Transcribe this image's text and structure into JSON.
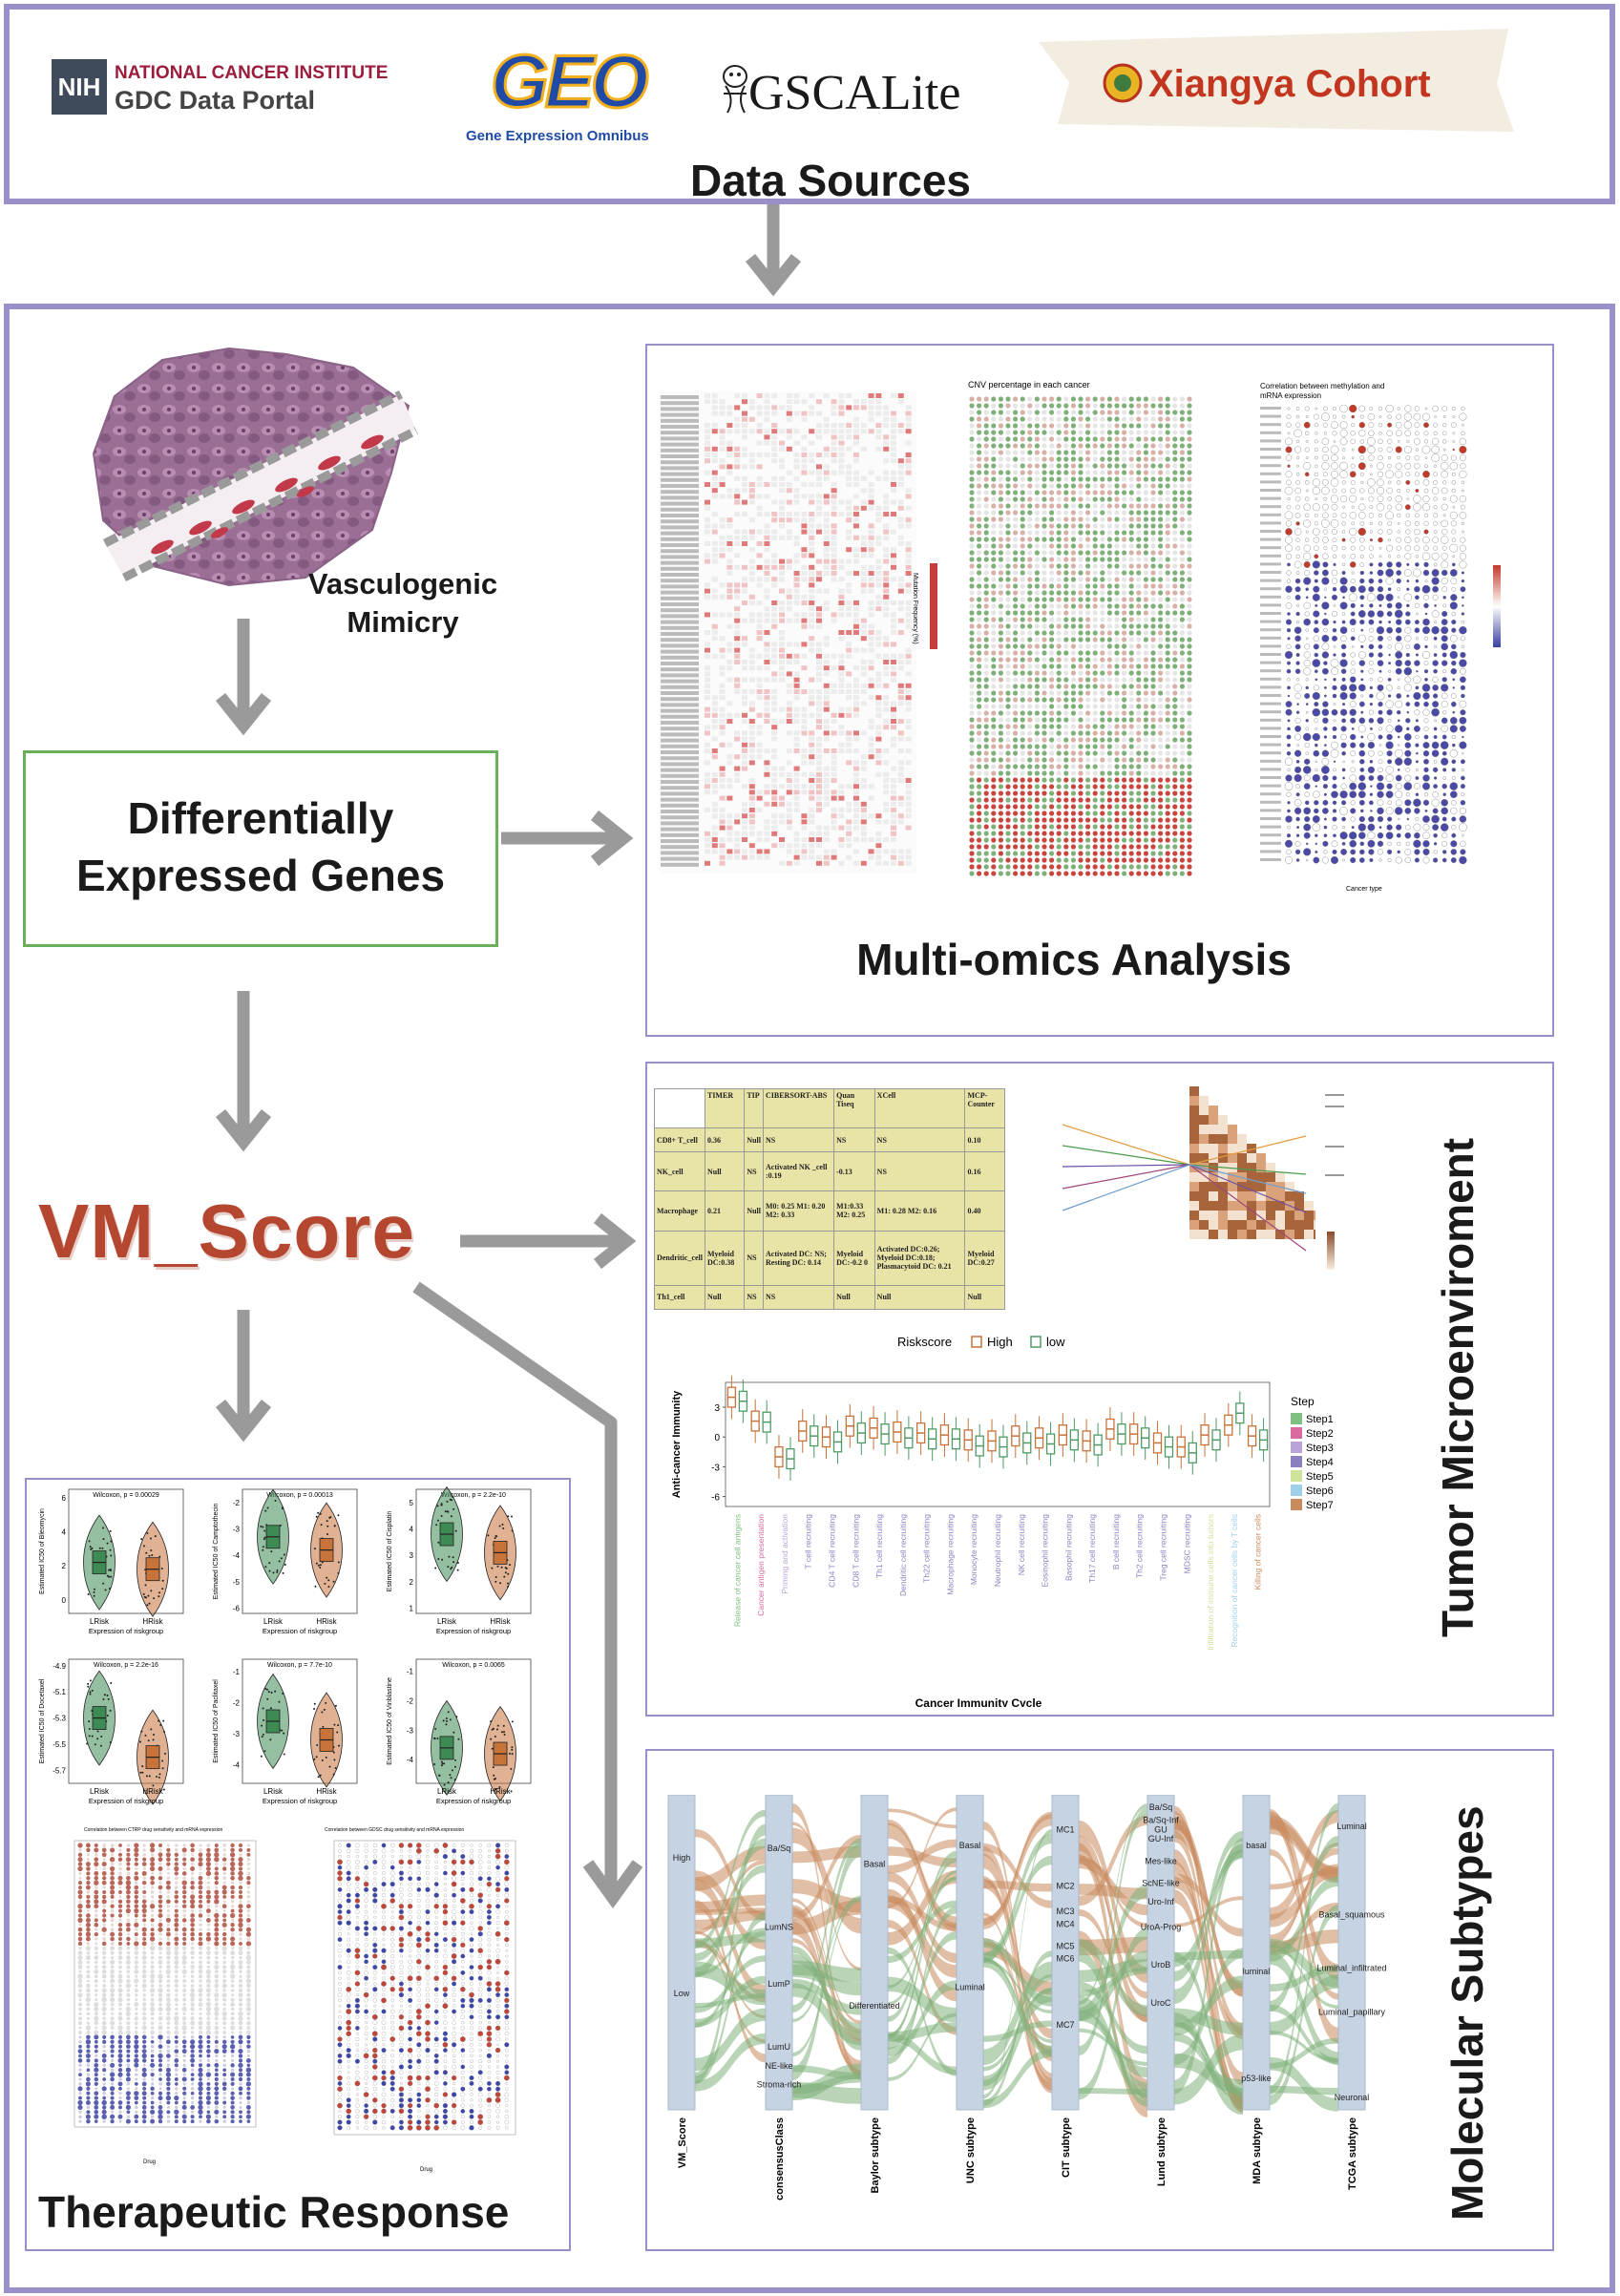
{
  "sources": {
    "title": "Data Sources",
    "nih_badge": "NIH",
    "nih_line1": "NATIONAL CANCER INSTITUTE",
    "nih_line2": "GDC Data Portal",
    "geo_logo": "GEO",
    "geo_caption": "Gene Expression Omnibus",
    "gscalite": "GSCALite",
    "xiangya": "Xiangya Cohort"
  },
  "vm": {
    "line1": "Vasculogenic",
    "line2": "Mimicry"
  },
  "deg": {
    "line1": "Differentially",
    "line2": "Expressed Genes"
  },
  "vm_score": "VM_Score",
  "multiomics": {
    "title": "Multi-omics Analysis",
    "cnv_title": "CNV percentage in each cancer",
    "methyl_title1": "Correlation between methylation and",
    "methyl_title2": "mRNA expression",
    "methyl_xlabel": "Cancer type",
    "mut_legend": "Mutation Frequency (%)"
  },
  "tme": {
    "title": "Tumor Microenviroment",
    "table_headers": [
      "",
      "TIMER",
      "TIP",
      "CIBERSORT-ABS",
      "Quan Tiseq",
      "XCell",
      "MCP-Counter"
    ],
    "table_rows": [
      [
        "CD8+ T_cell",
        "0.36",
        "Null",
        "NS",
        "NS",
        "NS",
        "0.10"
      ],
      [
        "NK_cell",
        "Null",
        "NS",
        "Activated NK _cell :0.19",
        "-0.13",
        "NS",
        "0.16"
      ],
      [
        "Macrophage",
        "0.21",
        "Null",
        "M0: 0.25 M1: 0.20 M2: 0.33",
        "M1:0.33 M2: 0.25",
        "M1: 0.28 M2: 0.16",
        "0.40"
      ],
      [
        "Dendritic_cell",
        "Myeloid DC:0.38",
        "NS",
        "Activated DC: NS; Resting DC: 0.14",
        "Myeloid DC:-0.2 0",
        "Activated DC:0.26; Myeloid DC:0.18; Plasmacytoid DC: 0.21",
        "Myeloid DC:0.27"
      ],
      [
        "Th1_cell",
        "Null",
        "NS",
        "NS",
        "Null",
        "Null",
        "Null"
      ]
    ],
    "boxplot": {
      "legend_title": "Riskscore",
      "legend_high": "High",
      "legend_low": "low",
      "ylabel": "Anti-cancer Immunity",
      "xlabel": "Cancer Immunity Cycle",
      "yticks": [
        "3",
        "0",
        "-3",
        "-6"
      ],
      "step_title": "Step",
      "steps": [
        "Step1",
        "Step2",
        "Step3",
        "Step4",
        "Step5",
        "Step6",
        "Step7"
      ],
      "step_colors": [
        "#7fbf7f",
        "#d86aa0",
        "#b8a2d8",
        "#8c7fc0",
        "#cfe39a",
        "#9fd0ea",
        "#c98a5e"
      ],
      "categories": [
        "Release of cancer cell antigens",
        "Cancer antigen presentation",
        "Priming and activation",
        "T cell recruiting",
        "CD4 T cell recruiting",
        "CD8 T cell recruiting",
        "Th1 cell recruiting",
        "Dendritic cell recruiting",
        "Th22 cell recruiting",
        "Macrophage recruiting",
        "Monocyte recruiting",
        "Neutrophil recruiting",
        "NK cell recruiting",
        "Eosinophil recruiting",
        "Basophil recruiting",
        "Th17 cell recruiting",
        "B cell recruiting",
        "Th2 cell recruiting",
        "Treg cell recruiting",
        "MDSC recruiting",
        "Infiltration of immune cells into tumors",
        "Recognition of cancer cells by T cells",
        "Killing of cancer cells"
      ],
      "category_steps": [
        1,
        2,
        3,
        4,
        4,
        4,
        4,
        4,
        4,
        4,
        4,
        4,
        4,
        4,
        4,
        4,
        4,
        4,
        4,
        4,
        5,
        6,
        7
      ],
      "high_median": [
        4.0,
        1.6,
        -2.0,
        0.6,
        0.0,
        1.1,
        0.9,
        0.5,
        0.4,
        0.2,
        -0.3,
        -0.4,
        0.1,
        -0.1,
        0.2,
        -0.4,
        0.8,
        0.3,
        -0.6,
        -1.0,
        0.2,
        1.2,
        0.1
      ],
      "low_median": [
        3.6,
        1.5,
        -2.2,
        0.1,
        -0.5,
        0.4,
        0.3,
        -0.1,
        -0.2,
        -0.2,
        -0.9,
        -1.0,
        -0.6,
        -0.7,
        -0.3,
        -0.8,
        0.3,
        -0.1,
        -1.0,
        -1.6,
        -0.3,
        2.4,
        -0.3
      ],
      "high_color": "#c7733a",
      "low_color": "#4f9a66"
    }
  },
  "drug": {
    "title": "Therapeutic Response",
    "panel_colors": [
      "#3e8a54",
      "#c7733a"
    ],
    "violins": [
      {
        "p": "Wilcoxon, p = 0.00029",
        "ylabel": "Estimated IC50 of Bleomycin",
        "yticks": [
          "6",
          "4",
          "2",
          "0"
        ],
        "lrisk": 2.2,
        "hrisk": 1.8,
        "ylim": [
          -0.8,
          6.5
        ]
      },
      {
        "p": "Wilcoxon, p = 0.00013",
        "ylabel": "Estimated IC50 of Camptothecin",
        "yticks": [
          "-2",
          "-3",
          "-4",
          "-5",
          "-6"
        ],
        "lrisk": -3.3,
        "hrisk": -3.8,
        "ylim": [
          -6.2,
          -1.5
        ]
      },
      {
        "p": "Wilcoxon, p = 2.2e-10",
        "ylabel": "Estimated IC50 of Cisplatin",
        "yticks": [
          "5",
          "4",
          "3",
          "2",
          "1"
        ],
        "lrisk": 3.8,
        "hrisk": 3.1,
        "ylim": [
          0.8,
          5.5
        ]
      },
      {
        "p": "Wilcoxon, p = 2.2e-16",
        "ylabel": "Estimated IC50 of Docetaxel",
        "yticks": [
          "-4.9",
          "-5.1",
          "-5.3",
          "-5.5",
          "-5.7"
        ],
        "lrisk": -5.3,
        "hrisk": -5.6,
        "ylim": [
          -5.8,
          -4.85
        ]
      },
      {
        "p": "Wilcoxon, p = 7.7e-10",
        "ylabel": "Estimated IC50 of Paclitaxel",
        "yticks": [
          "-1",
          "-2",
          "-3",
          "-4"
        ],
        "lrisk": -2.6,
        "hrisk": -3.2,
        "ylim": [
          -4.6,
          -0.6
        ]
      },
      {
        "p": "Wilcoxon, p = 0.0065",
        "ylabel": "Estimated IC50 of Vinblastine",
        "yticks": [
          "-1",
          "-2",
          "-3",
          "-4"
        ],
        "lrisk": -3.6,
        "hrisk": -3.8,
        "ylim": [
          -4.8,
          -0.6
        ]
      }
    ],
    "group_l": "LRisk",
    "group_h": "HRisk",
    "xlabel": "Expression of riskgroup",
    "ctrp_title": "Correlation between CTRP drug sensitivity and mRNA expression",
    "gdsc_title": "Correlation between GDSC drug sensitivity and mRNA expression",
    "drug_label": "Drug"
  },
  "subtypes": {
    "title": "Molecular Subtypes",
    "axes": [
      "VM_Score",
      "consensusClass",
      "Baylor subtype",
      "UNC subtype",
      "CIT subtype",
      "Lund subtype",
      "MDA subtype",
      "TCGA subtype"
    ],
    "labels": [
      [
        "High",
        "Low"
      ],
      [
        "Ba/Sq",
        "LumNS",
        "LumP",
        "LumU",
        "NE-like",
        "Stroma-rich"
      ],
      [
        "Basal",
        "Differentiated"
      ],
      [
        "Basal",
        "Luminal"
      ],
      [
        "MC1",
        "MC2",
        "MC3",
        "MC4",
        "MC5",
        "MC6",
        "MC7"
      ],
      [
        "Ba/Sq",
        "Ba/Sq-Inf",
        "GU",
        "GU-Inf",
        "Mes-like",
        "ScNE-like",
        "Uro-Inf",
        "UroA-Prog",
        "UroB",
        "UroC"
      ],
      [
        "basal",
        "luminal",
        "p53-like"
      ],
      [
        "Luminal",
        "Basal_squamous",
        "Luminal_infiltrated",
        "Luminal_papillary",
        "Neuronal"
      ]
    ],
    "high_color": "#c98a5e",
    "low_color": "#7fb07a"
  },
  "colors": {
    "frame": "#9b8fc9",
    "arrow": "#9a9a9a",
    "deg_border": "#6ab05a",
    "vm_score": "#b5462f",
    "table_fill": "#e8e3a6"
  }
}
